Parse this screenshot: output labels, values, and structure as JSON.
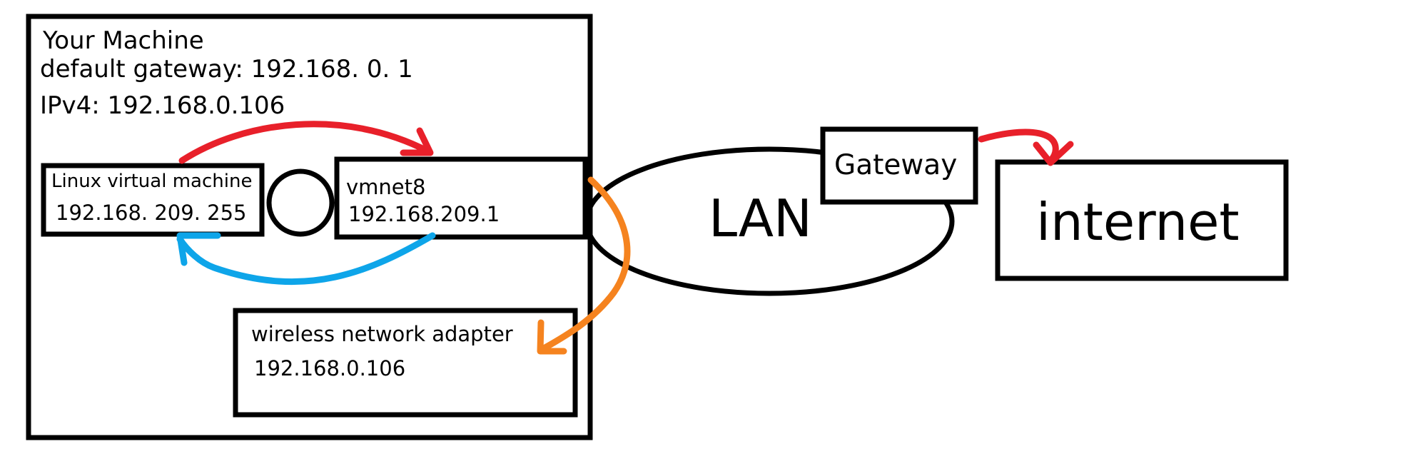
{
  "machine": {
    "title": "Your Machine",
    "gateway_line": "default gateway: 192.168. 0. 1",
    "ipv4_line": "IPv4: 192.168.0.106"
  },
  "linux_vm": {
    "name": "Linux virtual machine",
    "ip": "192.168. 209. 255"
  },
  "vmnet8": {
    "name": "vmnet8",
    "ip": "192.168.209.1"
  },
  "wireless_adapter": {
    "name": "wireless network adapter",
    "ip": "192.168.0.106"
  },
  "lan": {
    "label": "LAN"
  },
  "gateway": {
    "label": "Gateway"
  },
  "internet": {
    "label": "internet"
  },
  "colors": {
    "red_arrow": "#e8202a",
    "blue_arrow": "#0ea5e9",
    "orange_arrow": "#f5831f",
    "outline": "#000000"
  }
}
